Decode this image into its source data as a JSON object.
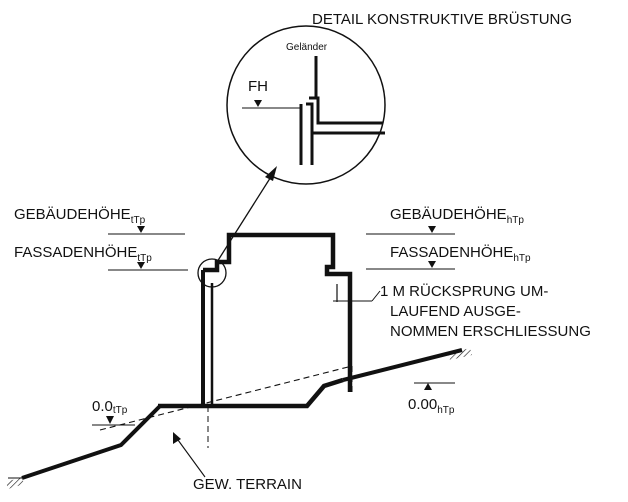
{
  "title": "DETAIL KONSTRUKTIVE BRÜSTUNG",
  "detail": {
    "railing_label": "Geländer",
    "fh_label": "FH"
  },
  "left": {
    "building_height": {
      "main": "GEBÄUDEHÖHE",
      "sub": "tTp"
    },
    "facade_height": {
      "main": "FASSADENHÖHE",
      "sub": "tTp"
    },
    "datum": {
      "main": "0.0",
      "sub": "tTp"
    }
  },
  "right": {
    "building_height": {
      "main": "GEBÄUDEHÖHE",
      "sub": "hTp"
    },
    "facade_height": {
      "main": "FASSADENHÖHE",
      "sub": "hTp"
    },
    "datum": {
      "main": "0.00",
      "sub": "hTp"
    }
  },
  "setback_note": [
    "1  M RÜCKSPRUNG UM-",
    "LAUFEND AUSGE-",
    "NOMMEN ERSCHLIESSUNG"
  ],
  "terrain_label": "GEW. TERRAIN",
  "colors": {
    "line": "#111111",
    "background": "#ffffff"
  }
}
